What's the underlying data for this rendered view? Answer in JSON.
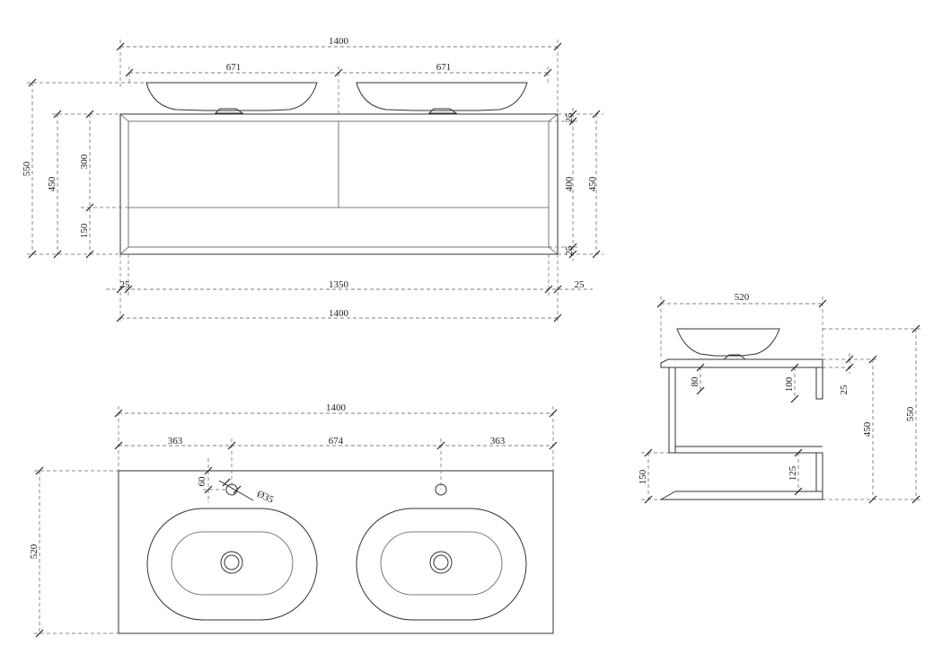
{
  "front_view": {
    "overall_width_top": "1400",
    "basin_width_left": "671",
    "basin_width_right": "671",
    "overall_height": "550",
    "cabinet_height": "450",
    "drawer_height": "300",
    "shelf_height": "150",
    "top_thickness": "25",
    "inner_height": "400",
    "right_height": "450",
    "bottom_thickness": "25",
    "side_left": "25",
    "inner_width": "1350",
    "side_right": "25",
    "overall_width_bottom": "1400"
  },
  "top_view": {
    "overall_width": "1400",
    "edge_left": "363",
    "center_spacing": "674",
    "edge_right": "363",
    "tap_offset": "60",
    "tap_hole_diameter": "Ø35",
    "depth": "520"
  },
  "side_view": {
    "depth": "520",
    "back_offset": "80",
    "front_offset": "100",
    "top_thickness": "25",
    "cabinet_height": "450",
    "overall_height": "550",
    "shelf_height": "150",
    "shelf_offset": "125"
  }
}
